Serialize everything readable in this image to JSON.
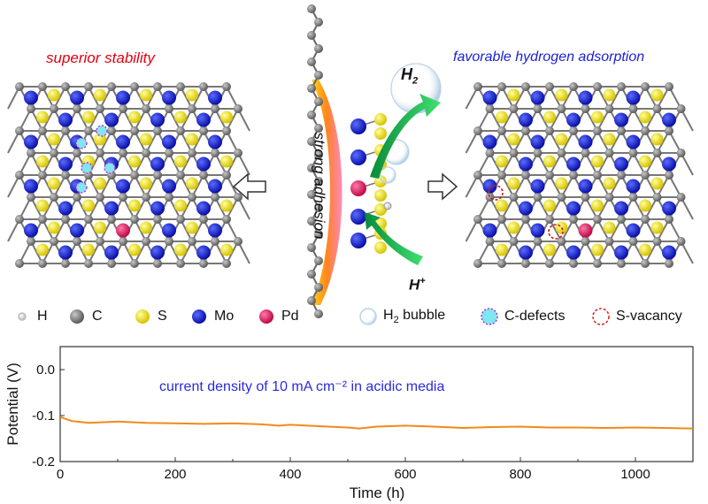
{
  "left_panel": {
    "title": "superior stability"
  },
  "right_panel": {
    "title": "favorable hydrogen adsorption"
  },
  "center": {
    "side_label": "strong adhesion",
    "h2_label": "H₂",
    "hplus_label": "H⁺"
  },
  "legend": [
    {
      "key": "h",
      "label": "H",
      "color": "#ffffff"
    },
    {
      "key": "c",
      "label": "C",
      "color": "#7a7a7a"
    },
    {
      "key": "s",
      "label": "S",
      "color": "#f2e000"
    },
    {
      "key": "mo",
      "label": "Mo",
      "color": "#0b12c9"
    },
    {
      "key": "pd",
      "label": "Pd",
      "color": "#e0105a"
    },
    {
      "key": "bubble",
      "label": "H₂ bubble",
      "color": "#cfe0ef"
    },
    {
      "key": "cdef",
      "label": "C-defects",
      "color": "#7fe6f2"
    },
    {
      "key": "svac",
      "label": "S-vacancy",
      "color": "#e02020"
    }
  ],
  "chart_data": {
    "type": "line",
    "annotation": "current density of 10 mA cm⁻² in acidic media",
    "xlabel": "Time (h)",
    "ylabel": "Potential (V)",
    "xlim": [
      0,
      1100
    ],
    "ylim": [
      -0.2,
      0.05
    ],
    "xticks": [
      0,
      200,
      400,
      600,
      800,
      1000
    ],
    "yticks": [
      0.0,
      -0.1,
      -0.2
    ],
    "ytick_labels": [
      "0.0",
      "-0.1",
      "-0.2"
    ],
    "series": [
      {
        "color": "#f08a1c",
        "x": [
          0,
          20,
          50,
          100,
          150,
          200,
          250,
          300,
          350,
          380,
          400,
          450,
          500,
          520,
          550,
          600,
          650,
          700,
          750,
          800,
          850,
          900,
          950,
          1000,
          1050,
          1100
        ],
        "y": [
          -0.103,
          -0.112,
          -0.116,
          -0.113,
          -0.116,
          -0.117,
          -0.118,
          -0.117,
          -0.119,
          -0.122,
          -0.12,
          -0.123,
          -0.126,
          -0.128,
          -0.124,
          -0.122,
          -0.124,
          -0.127,
          -0.125,
          -0.124,
          -0.126,
          -0.126,
          -0.127,
          -0.126,
          -0.127,
          -0.128
        ]
      }
    ]
  }
}
